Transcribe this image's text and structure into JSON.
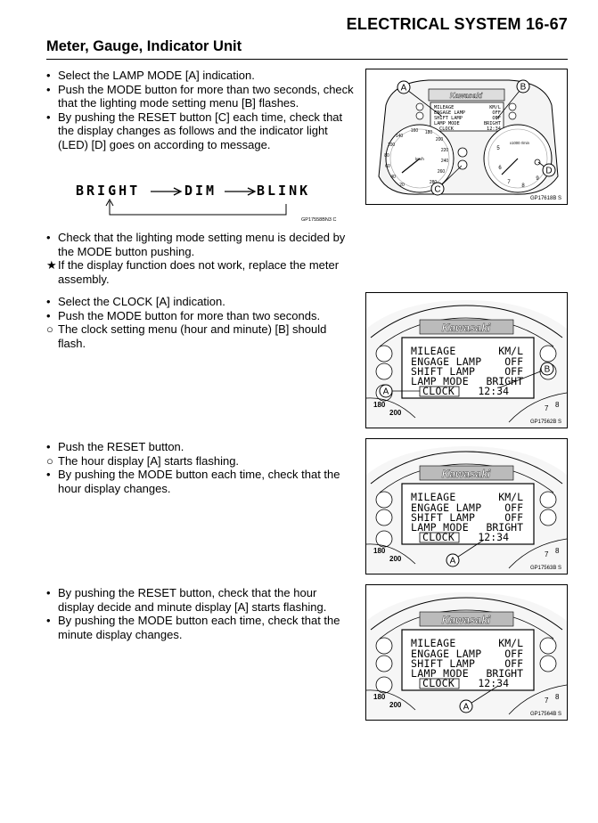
{
  "header": {
    "title": "ELECTRICAL SYSTEM 16-67"
  },
  "section": {
    "title": "Meter, Gauge, Indicator Unit"
  },
  "block1": [
    {
      "marker": "•",
      "text": "Select the LAMP MODE [A] indication."
    },
    {
      "marker": "•",
      "text": "Push the MODE button for more than two seconds, check that the lighting mode setting menu [B] flashes."
    },
    {
      "marker": "•",
      "text": "By pushing the RESET button [C] each time, check that the display changes as follows and the indicator light (LED) [D] goes on according to message."
    }
  ],
  "sequence": {
    "words": [
      "BRIGHT",
      "DIM",
      "BLINK"
    ],
    "code": "GP17558BN3 C"
  },
  "block2": [
    {
      "marker": "•",
      "text": "Check that the lighting mode setting menu is decided by the MODE button pushing."
    },
    {
      "marker": "★",
      "text": "If the display function does not work, replace the meter assembly."
    }
  ],
  "block3": [
    {
      "marker": "•",
      "text": "Select the CLOCK [A] indication."
    },
    {
      "marker": "•",
      "text": "Push the MODE button for more than two seconds."
    },
    {
      "marker": "○",
      "text": "The clock setting menu (hour and minute) [B] should flash."
    }
  ],
  "block4": [
    {
      "marker": "•",
      "text": "Push the RESET button."
    },
    {
      "marker": "○",
      "text": "The hour display [A] starts flashing."
    },
    {
      "marker": "•",
      "text": "By pushing the MODE button each time, check that the hour display changes."
    }
  ],
  "block5": [
    {
      "marker": "•",
      "text": "By pushing the RESET button, check that the hour display decide and minute display [A] starts flashing."
    },
    {
      "marker": "•",
      "text": "By pushing the MODE button each time, check that the minute display changes."
    }
  ],
  "fig1": {
    "code": "GP17618B S",
    "brand": "Kawasaki",
    "menu": [
      [
        "MILEAGE",
        "KM/L"
      ],
      [
        "ENGAGE LAMP",
        "OFF"
      ],
      [
        "SHIFT LAMP",
        "OFF"
      ],
      [
        "LAMP MODE",
        "BRIGHT"
      ],
      [
        "CLOCK",
        "12:34"
      ]
    ],
    "callouts": [
      "A",
      "B",
      "C",
      "D"
    ],
    "speed_ticks": [
      "140",
      "160",
      "180",
      "200",
      "220",
      "240",
      "260",
      "280",
      "100",
      "80",
      "60",
      "40",
      "20"
    ],
    "rpm_ticks": [
      "5",
      "6",
      "7",
      "8",
      "9"
    ],
    "rpm_label": "x1000 r/min",
    "speed_unit": "km/h"
  },
  "fig2": {
    "code": "GP17562B S",
    "brand": "Kawasaki",
    "menu": [
      [
        "MILEAGE",
        "KM/L"
      ],
      [
        "ENGAGE LAMP",
        "OFF"
      ],
      [
        "SHIFT LAMP",
        "OFF"
      ],
      [
        "LAMP MODE",
        "BRIGHT"
      ],
      [
        "CLOCK",
        "12:34"
      ]
    ],
    "callouts": [
      "A",
      "B"
    ],
    "gauge": [
      "180",
      "200",
      "7",
      "8"
    ]
  },
  "fig3": {
    "code": "GP17563B S",
    "brand": "Kawasaki",
    "menu": [
      [
        "MILEAGE",
        "KM/L"
      ],
      [
        "ENGAGE LAMP",
        "OFF"
      ],
      [
        "SHIFT LAMP",
        "OFF"
      ],
      [
        "LAMP MODE",
        "BRIGHT"
      ],
      [
        "CLOCK",
        "12:34"
      ]
    ],
    "callouts": [
      "A"
    ],
    "gauge": [
      "180",
      "200",
      "7",
      "8"
    ]
  },
  "fig4": {
    "code": "GP17564B S",
    "brand": "Kawasaki",
    "menu": [
      [
        "MILEAGE",
        "KM/L"
      ],
      [
        "ENGAGE LAMP",
        "OFF"
      ],
      [
        "SHIFT LAMP",
        "OFF"
      ],
      [
        "LAMP MODE",
        "BRIGHT"
      ],
      [
        "CLOCK",
        "12:34"
      ]
    ],
    "callouts": [
      "A"
    ],
    "gauge": [
      "180",
      "200",
      "7",
      "8"
    ]
  }
}
